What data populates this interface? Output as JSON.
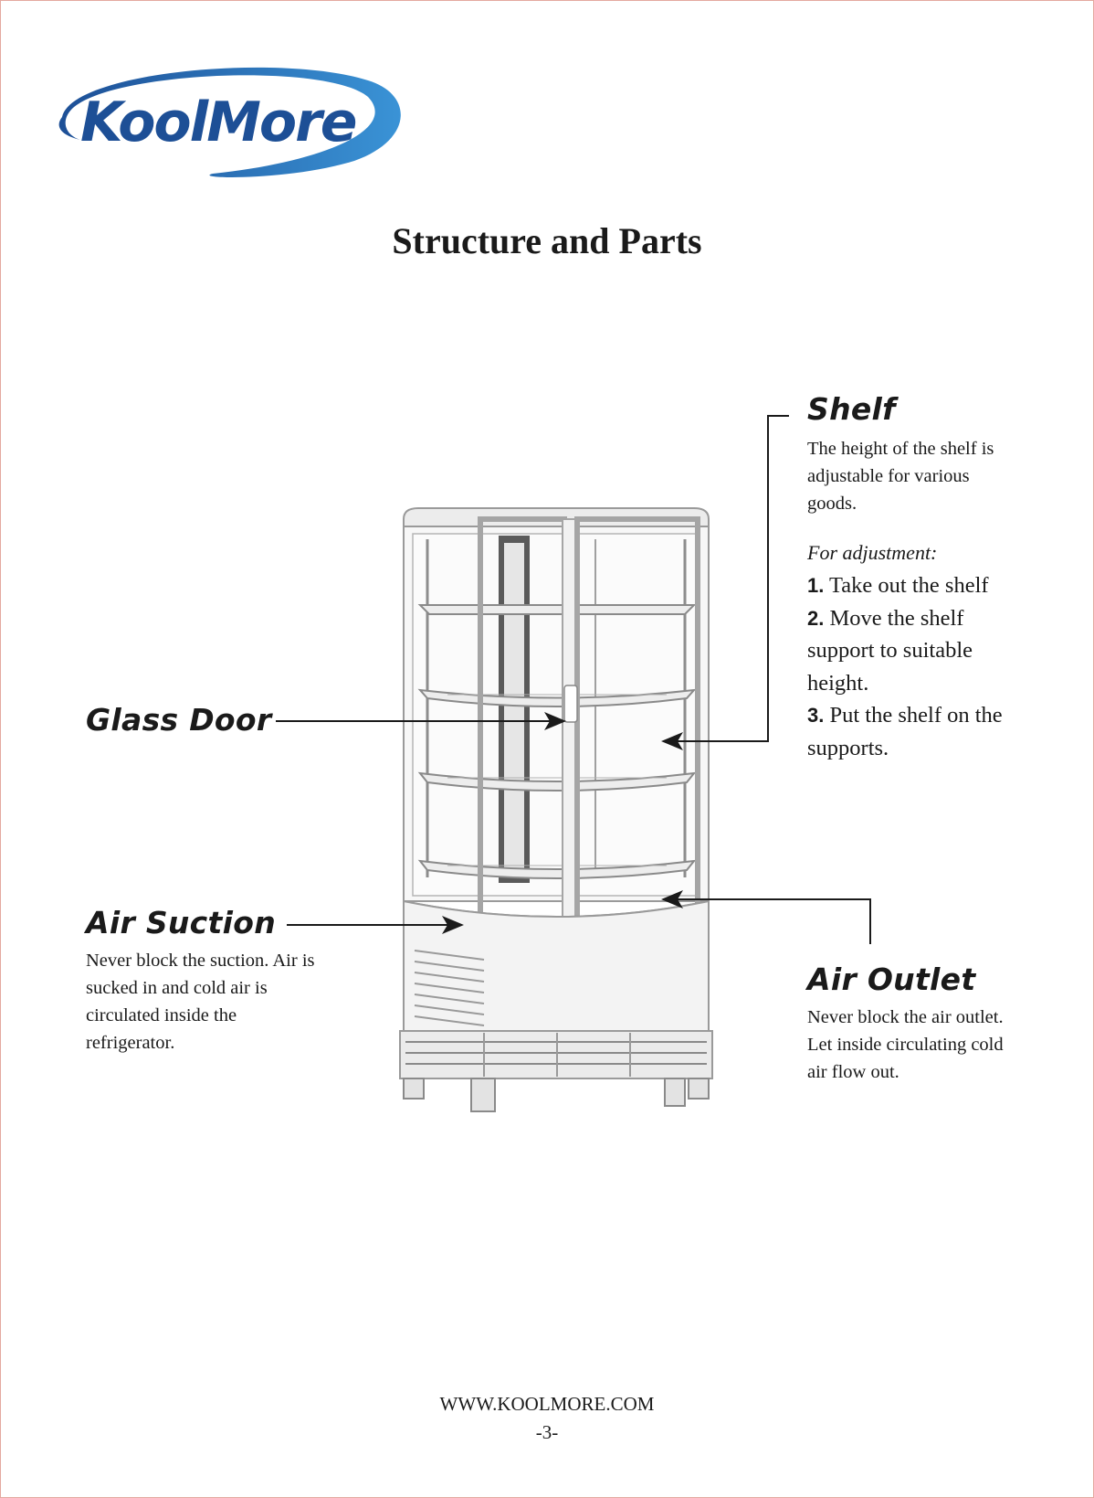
{
  "logo": {
    "text": "KoolMore"
  },
  "title": "Structure and Parts",
  "labels": {
    "shelf": {
      "heading": "Shelf",
      "description": "The height of the shelf is adjustable for various goods.",
      "adjustment_title": "For adjustment:",
      "steps": [
        {
          "num": "1.",
          "text": "Take out the shelf"
        },
        {
          "num": "2.",
          "text": "Move the shelf support to suitable height."
        },
        {
          "num": "3.",
          "text": "Put the shelf on the supports."
        }
      ]
    },
    "glass_door": {
      "heading": "Glass Door"
    },
    "air_suction": {
      "heading": "Air Suction",
      "description": "Never block the suction. Air is sucked in and cold air is circulated inside the refrigerator."
    },
    "air_outlet": {
      "heading": "Air Outlet",
      "description": "Never block the air outlet. Let inside circulating cold air flow out."
    }
  },
  "footer": {
    "website": "WWW.KOOLMORE.COM",
    "page_number": "-3-"
  },
  "colors": {
    "logo_dark": "#1d4f96",
    "logo_light": "#3a93d6",
    "text": "#1a1a1a",
    "border": "#e4a9a0"
  }
}
